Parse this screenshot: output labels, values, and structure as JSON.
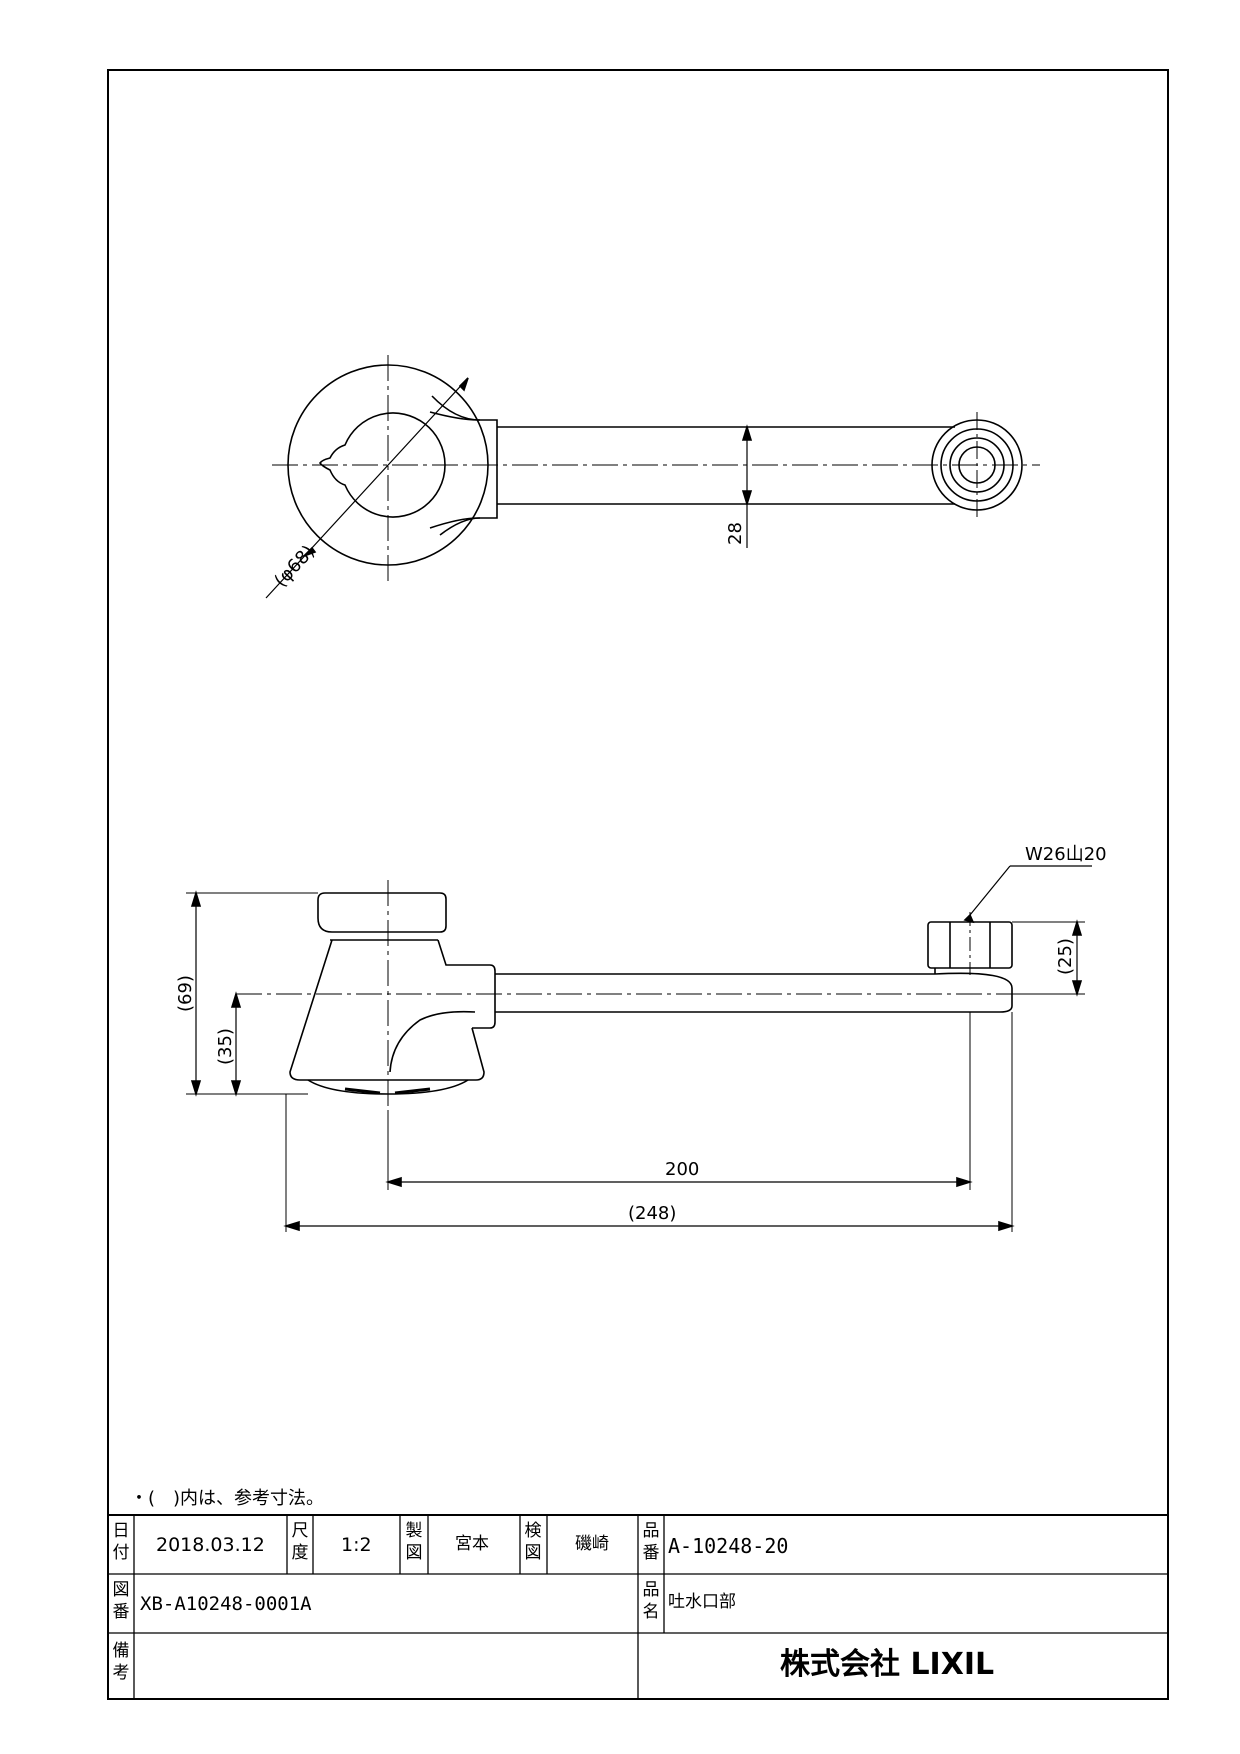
{
  "note": "・(　)内は、参考寸法。",
  "top_view": {
    "diameter_label": "(φ68)",
    "width_label": "28"
  },
  "side_view": {
    "thread_label": "W26山20",
    "height_overall_label": "(69)",
    "height_spout_label": "(35)",
    "nut_height_label": "(25)",
    "reach_label": "200",
    "overall_length_label": "(248)"
  },
  "title_block": {
    "date_header_1": "日",
    "date_header_2": "付",
    "date": "2018.03.12",
    "scale_header_1": "尺",
    "scale_header_2": "度",
    "scale": "1:2",
    "drawn_header_1": "製",
    "drawn_header_2": "図",
    "drawn_by": "宮本",
    "checked_header_1": "検",
    "checked_header_2": "図",
    "checked_by": "磯崎",
    "part_no_header_1": "品",
    "part_no_header_2": "番",
    "part_no": "A-10248-20",
    "drawing_no_header_1": "図",
    "drawing_no_header_2": "番",
    "drawing_no": "XB-A10248-0001A",
    "part_name_header_1": "品",
    "part_name_header_2": "名",
    "part_name": "吐水口部",
    "remarks_header_1": "備",
    "remarks_header_2": "考",
    "company": "株式会社 LIXIL"
  }
}
